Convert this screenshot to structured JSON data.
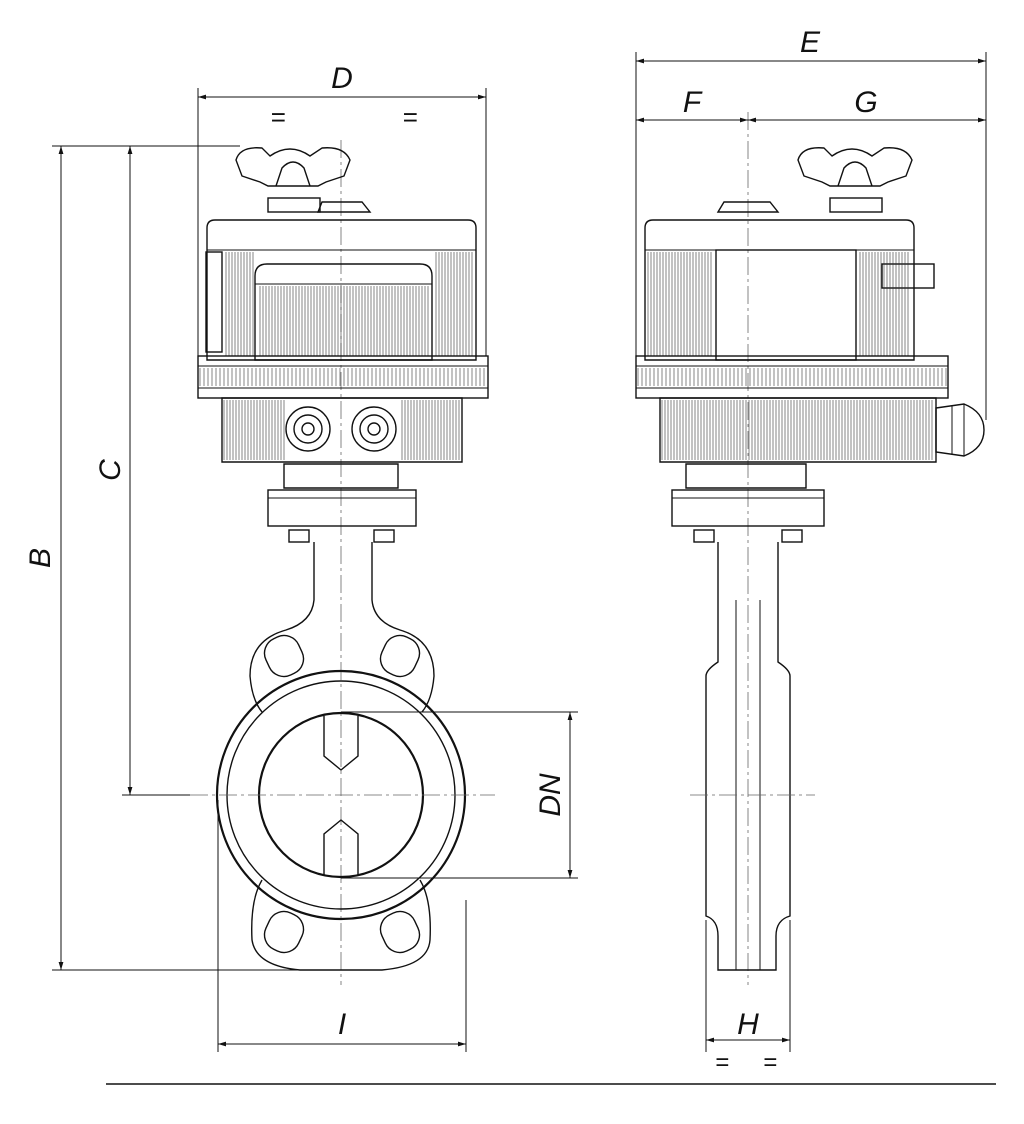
{
  "dimensions": {
    "A_D": "D",
    "E": "E",
    "F": "F",
    "G": "G",
    "B": "B",
    "C": "C",
    "DN": "DN",
    "I": "I",
    "H": "H",
    "equal_mark": "="
  }
}
